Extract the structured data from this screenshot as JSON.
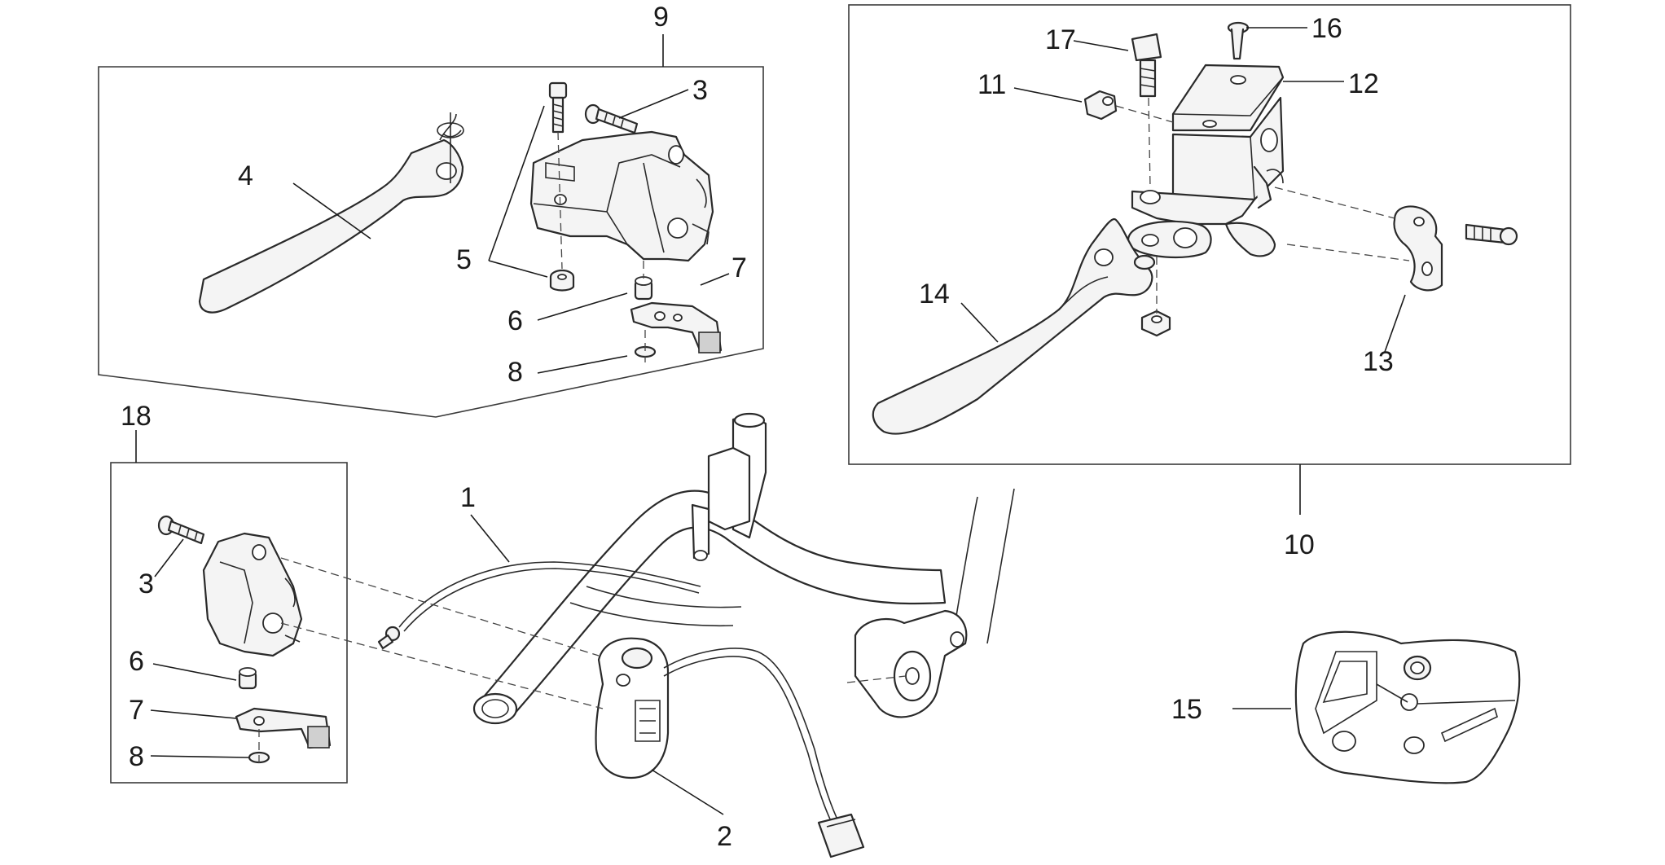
{
  "callouts": {
    "c1": "1",
    "c2": "2",
    "c3a": "3",
    "c3b": "3",
    "c4": "4",
    "c5": "5",
    "c6a": "6",
    "c6b": "6",
    "c7a": "7",
    "c7b": "7",
    "c8a": "8",
    "c8b": "8",
    "c9": "9",
    "c10": "10",
    "c11": "11",
    "c12": "12",
    "c13": "13",
    "c14": "14",
    "c15": "15",
    "c16": "16",
    "c17": "17",
    "c18": "18"
  }
}
